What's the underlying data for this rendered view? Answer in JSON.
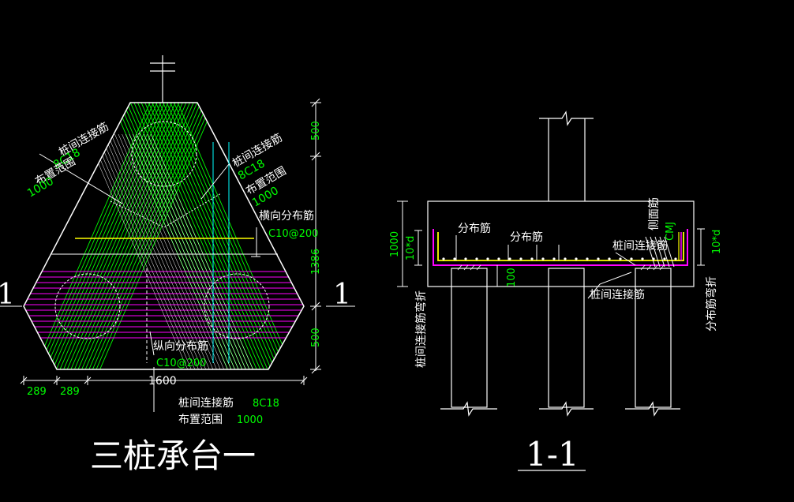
{
  "colors": {
    "background": "#000000",
    "outline": "#ffffff",
    "green_rebar": "#00ff00",
    "magenta_rebar": "#ff00ff",
    "yellow_rebar": "#ffff00",
    "cyan_line": "#00ffff",
    "label_white": "#ffffff",
    "label_green": "#00ff00"
  },
  "plan": {
    "title": "三桩承台一",
    "section_mark_left": "1",
    "section_mark_right": "1",
    "tie_left": {
      "name": "桩间连接筋",
      "spec": "8C18",
      "range_label": "布置范围",
      "range_value": "1000"
    },
    "tie_right": {
      "name": "桩间连接筋",
      "spec": "8C18",
      "range_label": "布置范围",
      "range_value": "1000"
    },
    "tie_bottom": {
      "name": "桩间连接筋",
      "spec": "8C18",
      "range_label": "布置范围",
      "range_value": "1000"
    },
    "transverse": {
      "name": "横向分布筋",
      "spec": "C10@200"
    },
    "longitudinal": {
      "name": "纵向分布筋",
      "spec": "C10@200"
    },
    "dims_right": [
      "500",
      "1386",
      "500"
    ],
    "dims_bottom": [
      "289",
      "289",
      "1600"
    ]
  },
  "section": {
    "title": "1-1",
    "label_dist1": "分布筋",
    "label_dist2": "分布筋",
    "label_side": "侧面筋",
    "label_side_spec": "CMJ",
    "label_tie_top": "桩间连接筋",
    "label_tie_bottom": "桩间连接筋",
    "label_tie_bend": "桩间连接筋弯折",
    "label_dist_bend": "分布筋弯折",
    "dim_height": "1000",
    "dim_left_hook": "10*d",
    "dim_right_hook": "10*d",
    "dim_embed": "100"
  }
}
